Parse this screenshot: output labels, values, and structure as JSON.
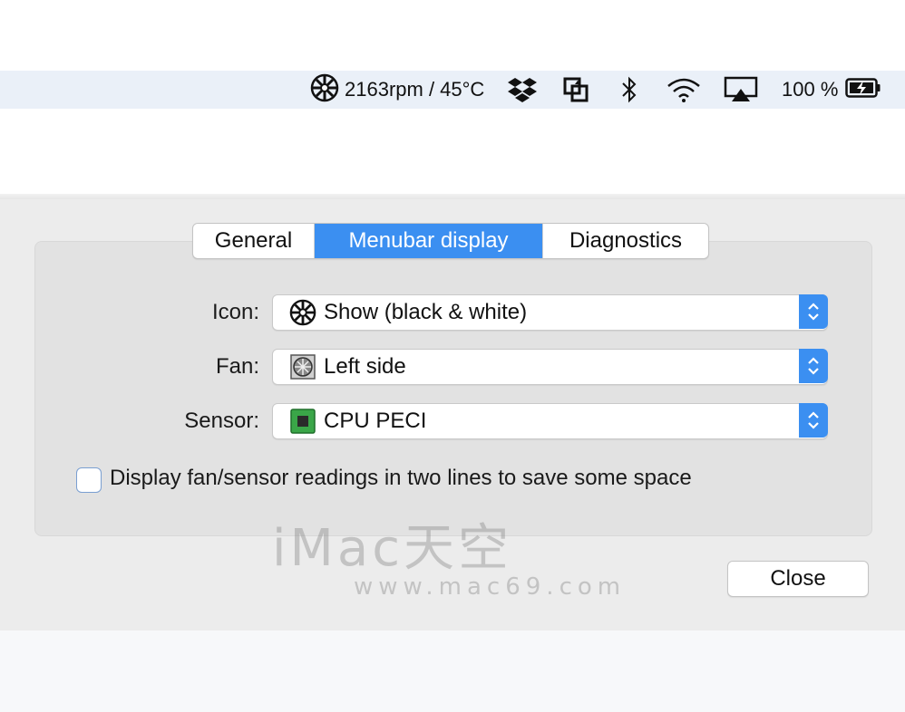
{
  "menubar": {
    "fan_reading": "2163rpm / 45°C",
    "battery_percent": "100 %",
    "icons": [
      "fan-icon",
      "dropbox-icon",
      "sync-icon",
      "bluetooth-icon",
      "wifi-icon",
      "airplay-icon",
      "battery-charging-icon"
    ]
  },
  "tabs": [
    {
      "label": "General",
      "selected": false
    },
    {
      "label": "Menubar display",
      "selected": true
    },
    {
      "label": "Diagnostics",
      "selected": false
    }
  ],
  "form": {
    "icon": {
      "label": "Icon:",
      "value": "Show (black & white)"
    },
    "fan": {
      "label": "Fan:",
      "value": "Left side"
    },
    "sensor": {
      "label": "Sensor:",
      "value": "CPU PECI"
    }
  },
  "two_lines_option": {
    "label": "Display fan/sensor readings in two lines to save some space",
    "checked": false
  },
  "close_label": "Close",
  "colors": {
    "accent": "#3b8ff1",
    "window_bg": "#ececec",
    "group_bg": "#e2e2e2",
    "menubar_bg": "#eaf0f8"
  },
  "watermark": {
    "line1": "iMac天空",
    "line2": "www.mac69.com"
  }
}
